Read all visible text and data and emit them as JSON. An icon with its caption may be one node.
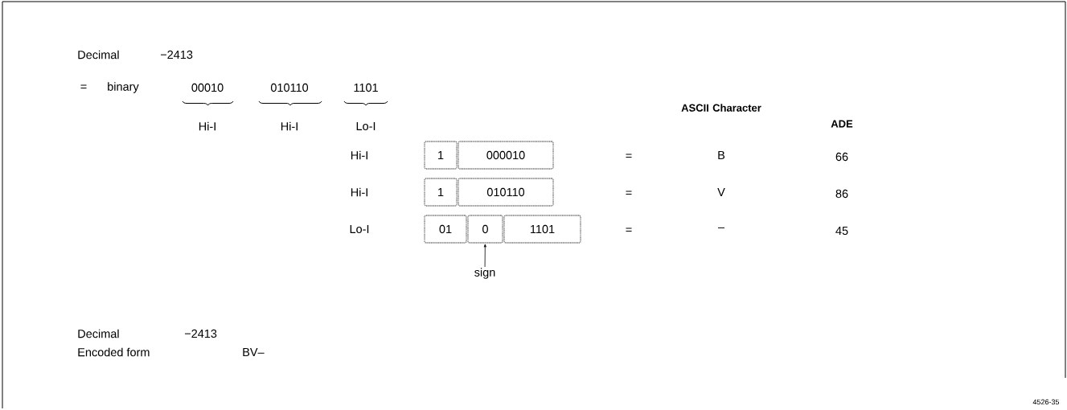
{
  "diagram": {
    "nodes": [
      {
        "text": [
          "1"
        ]
      },
      {
        "text": [
          "000010"
        ]
      },
      {
        "text": [
          "1"
        ]
      },
      {
        "text": [
          "010110"
        ]
      },
      {
        "text": [
          "01"
        ]
      },
      {
        "text": [
          "0"
        ]
      },
      {
        "text": [
          "1101"
        ]
      },
      {
        "text": [
          "sign"
        ]
      }
    ],
    "edges": [
      {
        "from": 7,
        "to": 5,
        "arrow": "to"
      }
    ],
    "labels": [
      "Decimal",
      "−2413",
      "=",
      "binary",
      "00010",
      "010110",
      "1101",
      "Hi-I",
      "Hi-I",
      "Lo-I",
      "ASCII Character",
      "ADE",
      "Hi-I",
      "=",
      "B",
      "66",
      "Hi-I",
      "=",
      "V",
      "86",
      "Lo-I",
      "=",
      "–",
      "45",
      "Decimal",
      "−2413",
      "Encoded form",
      "BV–",
      "4526-35"
    ]
  }
}
